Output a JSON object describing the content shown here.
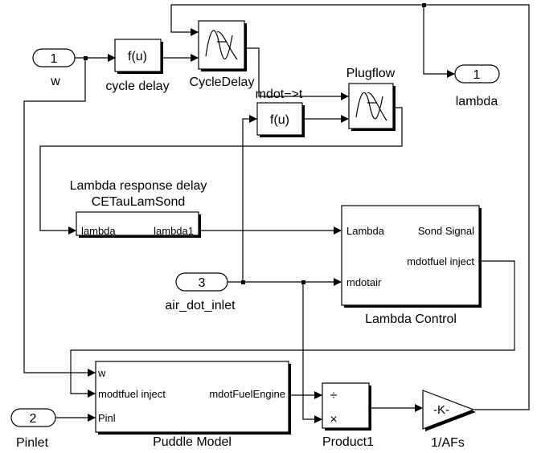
{
  "diagram": {
    "ports": {
      "in_w": {
        "number": "1",
        "label": "w"
      },
      "in_air": {
        "number": "3",
        "label": "air_dot_inlet"
      },
      "in_pinlet": {
        "number": "2",
        "label": "Pinlet"
      },
      "out_lambda": {
        "number": "1",
        "label": "lambda"
      }
    },
    "blocks": {
      "fcn_cycle": {
        "text": "f(u)",
        "label": "cycle delay"
      },
      "cycledelay": {
        "label": "CycleDelay"
      },
      "plugflow": {
        "label": "Plugflow"
      },
      "fcn_mdot": {
        "text": "f(u)",
        "label": "mdot−>t"
      },
      "lamsond": {
        "label_line1": "Lambda response delay",
        "label_line2": "CETauLamSond",
        "in_port": "lambda",
        "out_port": "lambda1"
      },
      "lambda_control": {
        "label": "Lambda Control",
        "in_lambda": "Lambda",
        "in_mdotair": "mdotair",
        "out_sond": "Sond Signal",
        "out_fuel": "mdotfuel inject"
      },
      "puddle": {
        "label": "Puddle Model",
        "in_w": "w",
        "in_fuel": "modtfuel inject",
        "in_pinl": "Pinl",
        "out_engine": "mdotFuelEngine"
      },
      "product": {
        "label": "Product1",
        "op_div": "÷",
        "op_mul": "×"
      },
      "gain": {
        "label": "1/AFs",
        "text": "-K-"
      }
    }
  }
}
